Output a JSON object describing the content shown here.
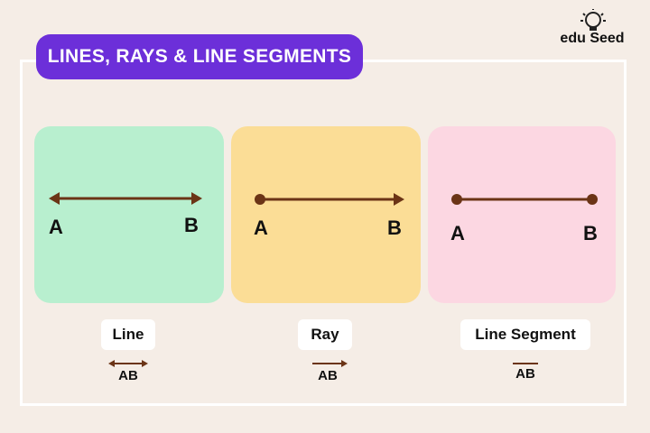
{
  "title": "LINES, RAYS & LINE SEGMENTS",
  "logo": {
    "text": "edu Seed",
    "icon": "lightbulb-icon"
  },
  "colors": {
    "background": "#f5ede6",
    "title_pill": "#6c2fd9",
    "line_card": "#b8efcf",
    "ray_card": "#fbdd96",
    "segment_card": "#fcd7e2",
    "stroke": "#6b3416"
  },
  "cards": [
    {
      "kind": "line",
      "name": "Line",
      "point_a": "A",
      "point_b": "B",
      "notation": "AB"
    },
    {
      "kind": "ray",
      "name": "Ray",
      "point_a": "A",
      "point_b": "B",
      "notation": "AB"
    },
    {
      "kind": "segment",
      "name": "Line Segment",
      "point_a": "A",
      "point_b": "B",
      "notation": "AB"
    }
  ]
}
